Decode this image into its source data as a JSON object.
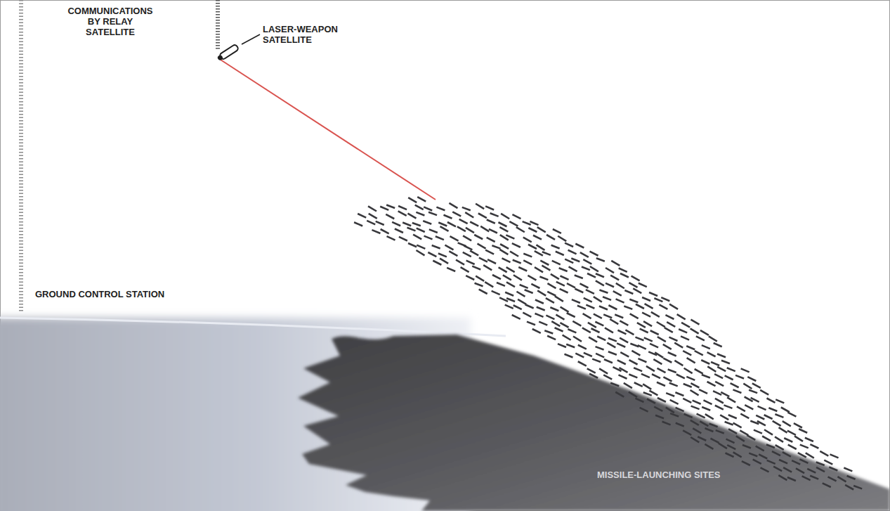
{
  "diagram": {
    "labels": [
      "COMMUNICATIONS BY RELAY SATELLITE",
      "LASER-WEAPON SATELLITE",
      "GROUND CONTROL STATION",
      "MISSILE-LAUNCHING SITES"
    ]
  }
}
